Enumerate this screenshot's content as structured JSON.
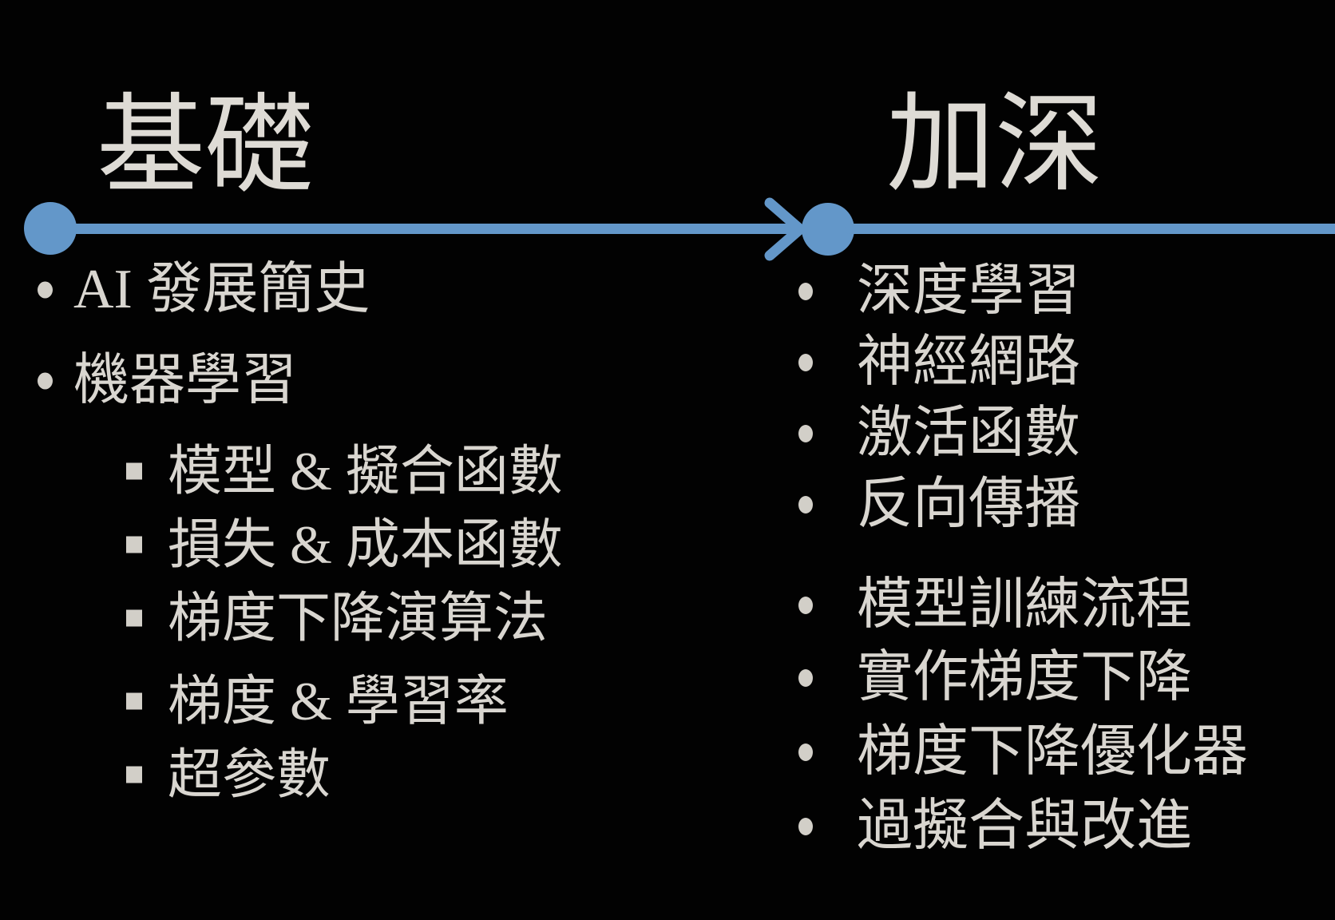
{
  "slide": {
    "background_color": "#020202",
    "text_color": "#d9d6d0",
    "accent_blue": "#6397c9"
  },
  "timeline": {
    "direction": "left-to-right",
    "node_count": 2,
    "arrow_icon": "right-arrow"
  },
  "left_section": {
    "title": "基礎",
    "items": {
      "ai_history": "AI 發展簡史",
      "machine_learning": "機器學習"
    },
    "subitems": [
      "模型 & 擬合函數",
      "損失 & 成本函數",
      "梯度下降演算法",
      "梯度 & 學習率",
      "超參數"
    ]
  },
  "right_section": {
    "title": "加深",
    "items": [
      "深度學習",
      "神經網路",
      "激活函數",
      "反向傳播",
      "模型訓練流程",
      "實作梯度下降",
      "梯度下降優化器",
      "過擬合與改進"
    ]
  }
}
